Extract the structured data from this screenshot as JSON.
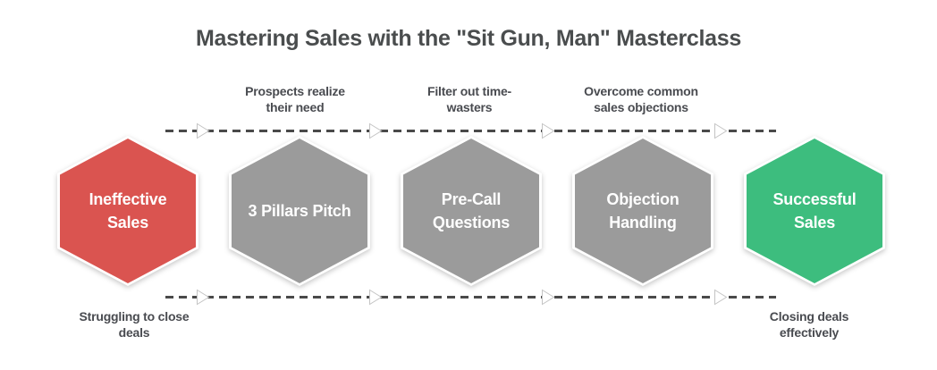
{
  "title": {
    "text": "Mastering Sales with the \"Sit Gun, Man\" Masterclass"
  },
  "colors": {
    "background": "#ffffff",
    "title_text": "#4a4d4e",
    "annotation_text": "#494b50",
    "connector_dash": "#4a4a4a",
    "arrowhead_fill": "#ffffff",
    "hexagon_border": "#ffffff",
    "hexagon_text": "#ffffff",
    "stage_ineffective": "#da5450",
    "stage_neutral": "#9b9b9b",
    "stage_successful": "#3dbd7e"
  },
  "stages": [
    {
      "lines": [
        "Ineffective",
        "Sales"
      ],
      "color": "#da5450"
    },
    {
      "lines": [
        "3 Pillars Pitch"
      ],
      "color": "#9b9b9b"
    },
    {
      "lines": [
        "Pre-Call",
        "Questions"
      ],
      "color": "#9b9b9b"
    },
    {
      "lines": [
        "Objection",
        "Handling"
      ],
      "color": "#9b9b9b"
    },
    {
      "lines": [
        "Successful",
        "Sales"
      ],
      "color": "#3dbd7e"
    }
  ],
  "top_annotations": [
    {
      "lines": [
        "Prospects realize",
        "their need"
      ]
    },
    {
      "lines": [
        "Filter out time-",
        "wasters"
      ]
    },
    {
      "lines": [
        "Overcome common",
        "sales objections"
      ]
    }
  ],
  "bottom_annotations": [
    {
      "lines": [
        "Struggling to close",
        "deals"
      ]
    },
    {
      "lines": [
        "Closing deals",
        "effectively"
      ]
    }
  ]
}
